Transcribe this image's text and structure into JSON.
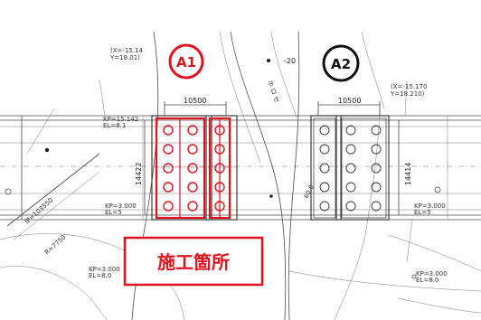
{
  "labels": {
    "abutment_a1": "A1",
    "abutment_a2": "A2",
    "work_location": "施工箇所"
  },
  "dimensions": {
    "span_a1": "10500",
    "span_a2": "10500",
    "width_a1": "14422",
    "width_a2": "14414",
    "offset_top": "-20"
  },
  "annotations": {
    "a1_top": "(X=-15.14\nY=18.01)",
    "a1_mid": "KP=15.142\nEL=8.1",
    "a1_low": "KP=3.000\nEL=5",
    "a2_top": "(X=-15.170\nY=18.210)",
    "a2_low": "KP=3.000\nEL=5",
    "bottom_left": "KP=3.000\nEL=8.0",
    "bottom_right": "KP=3.000\nEL=8.0",
    "diag_a": "IP=103550",
    "diag_b": "R=7750",
    "road_text": "ホ ロ セ",
    "road_dim": "60.0"
  },
  "colors": {
    "highlight": "#e0141e",
    "line": "#4a4a4a"
  }
}
